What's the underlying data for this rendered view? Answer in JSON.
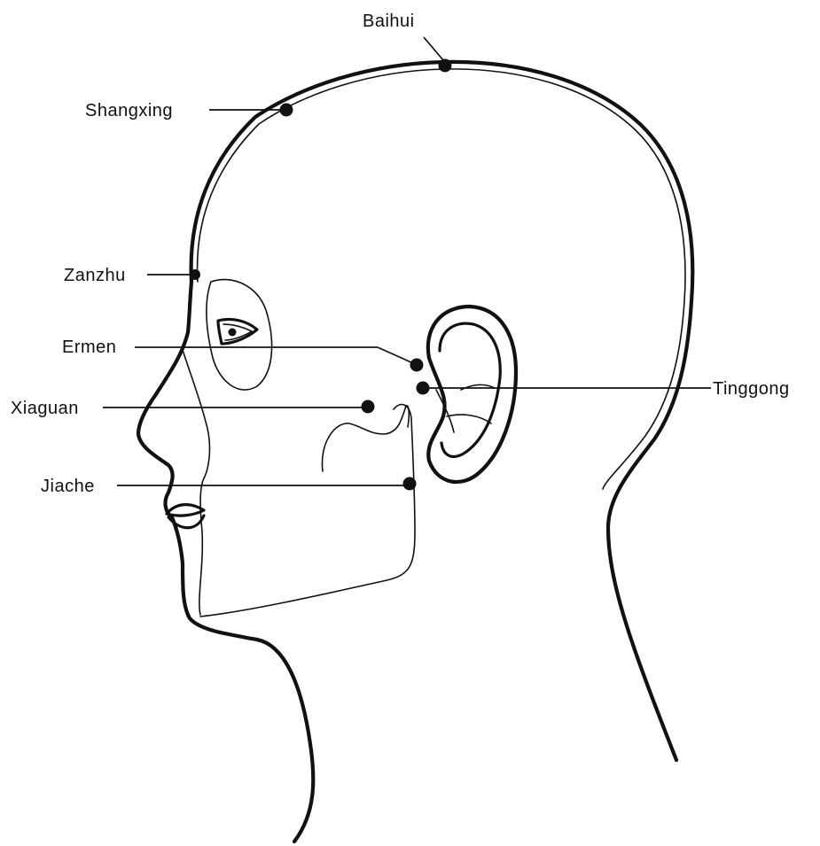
{
  "points": {
    "baihui": {
      "label": "Baihui"
    },
    "shangxing": {
      "label": "Shangxing"
    },
    "zanzhu": {
      "label": "Zanzhu"
    },
    "ermen": {
      "label": "Ermen"
    },
    "tinggong": {
      "label": "Tinggong"
    },
    "xiaguan": {
      "label": "Xiaguan"
    },
    "jiache": {
      "label": "Jiache"
    }
  }
}
